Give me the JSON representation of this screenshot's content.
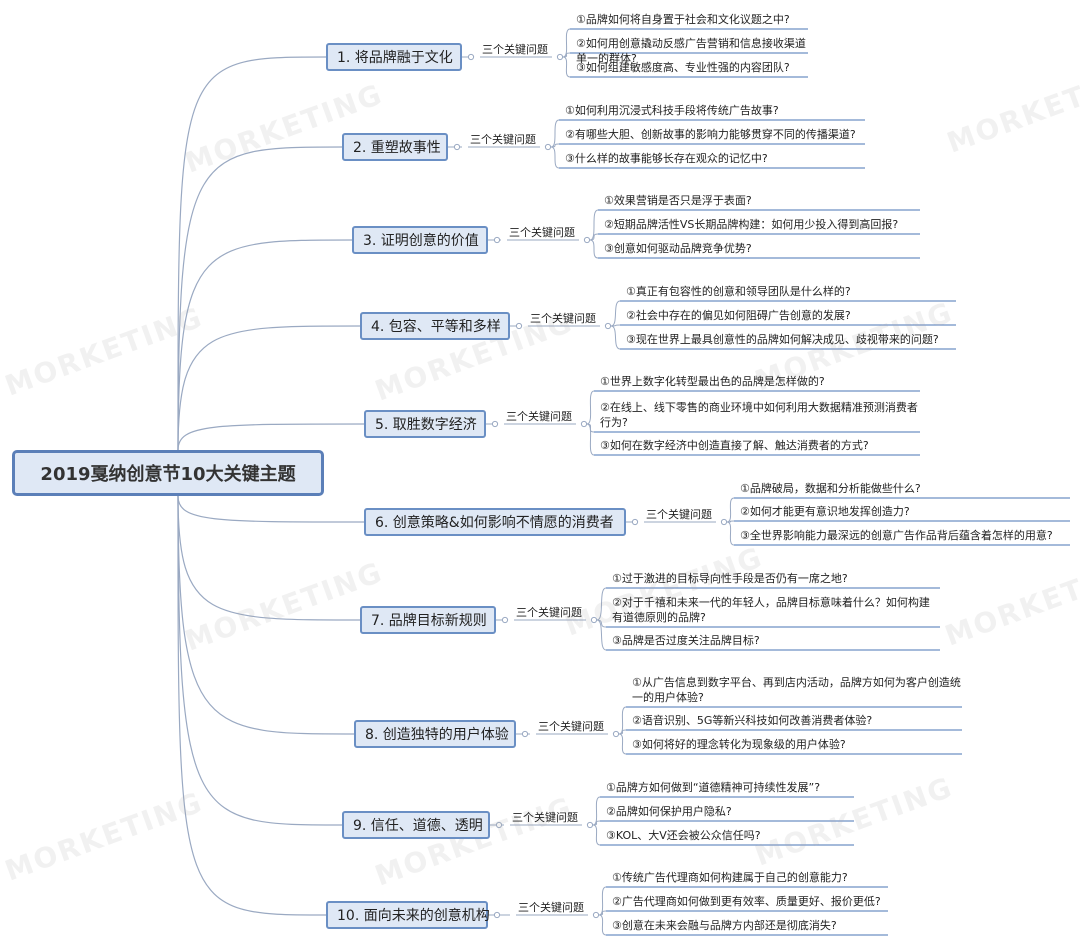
{
  "root": "2019戛纳创意节10大关键主题",
  "connector": "三个关键问题",
  "watermark": "MORKETING",
  "colors": {
    "node_fill": "#dfe8f5",
    "node_border": "#6a8fc4",
    "edge": "#9aa9c2",
    "underline": "#4a74b5"
  },
  "topics": [
    {
      "label": "1. 将品牌融于文化",
      "questions": [
        "①品牌如何将自身置于社会和文化议题之中?",
        "②如何用创意撬动反感广告营销和信息接收渠道单一的群体?",
        "③如何组建敏感度高、专业性强的内容团队?"
      ]
    },
    {
      "label": "2. 重塑故事性",
      "questions": [
        "①如何利用沉浸式科技手段将传统广告故事?",
        "②有哪些大胆、创新故事的影响力能够贯穿不同的传播渠道?",
        "③什么样的故事能够长存在观众的记忆中?"
      ]
    },
    {
      "label": "3. 证明创意的价值",
      "questions": [
        "①效果营销是否只是浮于表面?",
        "②短期品牌活性VS长期品牌构建：如何用少投入得到高回报?",
        "③创意如何驱动品牌竞争优势?"
      ]
    },
    {
      "label": "4. 包容、平等和多样",
      "questions": [
        "①真正有包容性的创意和领导团队是什么样的?",
        "②社会中存在的偏见如何阻碍广告创意的发展?",
        "③现在世界上最具创意性的品牌如何解决成见、歧视带来的问题?"
      ]
    },
    {
      "label": "5. 取胜数字经济",
      "questions": [
        "①世界上数字化转型最出色的品牌是怎样做的?",
        "②在线上、线下零售的商业环境中如何利用大数据精准预测消费者行为?",
        "③如何在数字经济中创造直接了解、触达消费者的方式?"
      ]
    },
    {
      "label": "6. 创意策略&如何影响不情愿的消费者",
      "questions": [
        "①品牌破局，数据和分析能做些什么?",
        "②如何才能更有意识地发挥创造力?",
        "③全世界影响能力最深远的创意广告作品背后蕴含着怎样的用意?"
      ]
    },
    {
      "label": "7. 品牌目标新规则",
      "questions": [
        "①过于激进的目标导向性手段是否仍有一席之地?",
        "②对于千禧和未来一代的年轻人，品牌目标意味着什么？如何构建有道德原则的品牌?",
        "③品牌是否过度关注品牌目标?"
      ]
    },
    {
      "label": "8. 创造独特的用户体验",
      "questions": [
        "①从广告信息到数字平台、再到店内活动，品牌方如何为客户创造统一的用户体验?",
        "②语音识别、5G等新兴科技如何改善消费者体验?",
        "③如何将好的理念转化为现象级的用户体验?"
      ]
    },
    {
      "label": "9. 信任、道德、透明",
      "questions": [
        "①品牌方如何做到“道德精神可持续性发展”?",
        "②品牌如何保护用户隐私?",
        "③KOL、大V还会被公众信任吗?"
      ]
    },
    {
      "label": "10. 面向未来的创意机构",
      "questions": [
        "①传统广告代理商如何构建属于自己的创意能力?",
        "②广告代理商如何做到更有效率、质量更好、报价更低?",
        "③创意在未来会融与品牌方内部还是彻底消失?"
      ]
    }
  ]
}
